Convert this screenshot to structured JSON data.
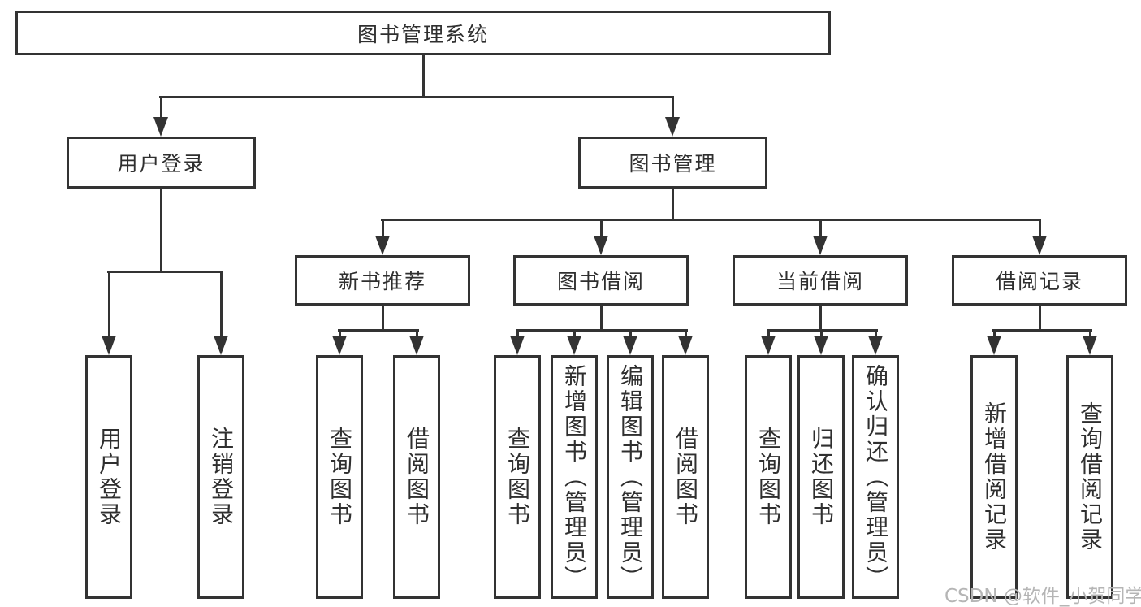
{
  "root": {
    "label": "图书管理系统"
  },
  "level2": {
    "user_login": "用户登录",
    "book_mgmt": "图书管理"
  },
  "level3": {
    "new_book": "新书推荐",
    "book_borrow": "图书借阅",
    "current_borrow": "当前借阅",
    "borrow_record": "借阅记录"
  },
  "leaves": {
    "user_login": [
      "用户登录",
      "注销登录"
    ],
    "new_book": [
      "查询图书",
      "借阅图书"
    ],
    "book_borrow": [
      "查询图书",
      "新增图书（管理员）",
      "编辑图书（管理员）",
      "借阅图书"
    ],
    "current_borrow": [
      "查询图书",
      "归还图书",
      "确认归还（管理员）"
    ],
    "borrow_record": [
      "新增借阅记录",
      "查询借阅记录"
    ]
  },
  "watermark": {
    "text": "CSDN @软件_小贺同学"
  },
  "colors": {
    "line": "#333333",
    "text": "#2f2f2f",
    "watermark": "#b5b5b5",
    "background": "#ffffff"
  }
}
